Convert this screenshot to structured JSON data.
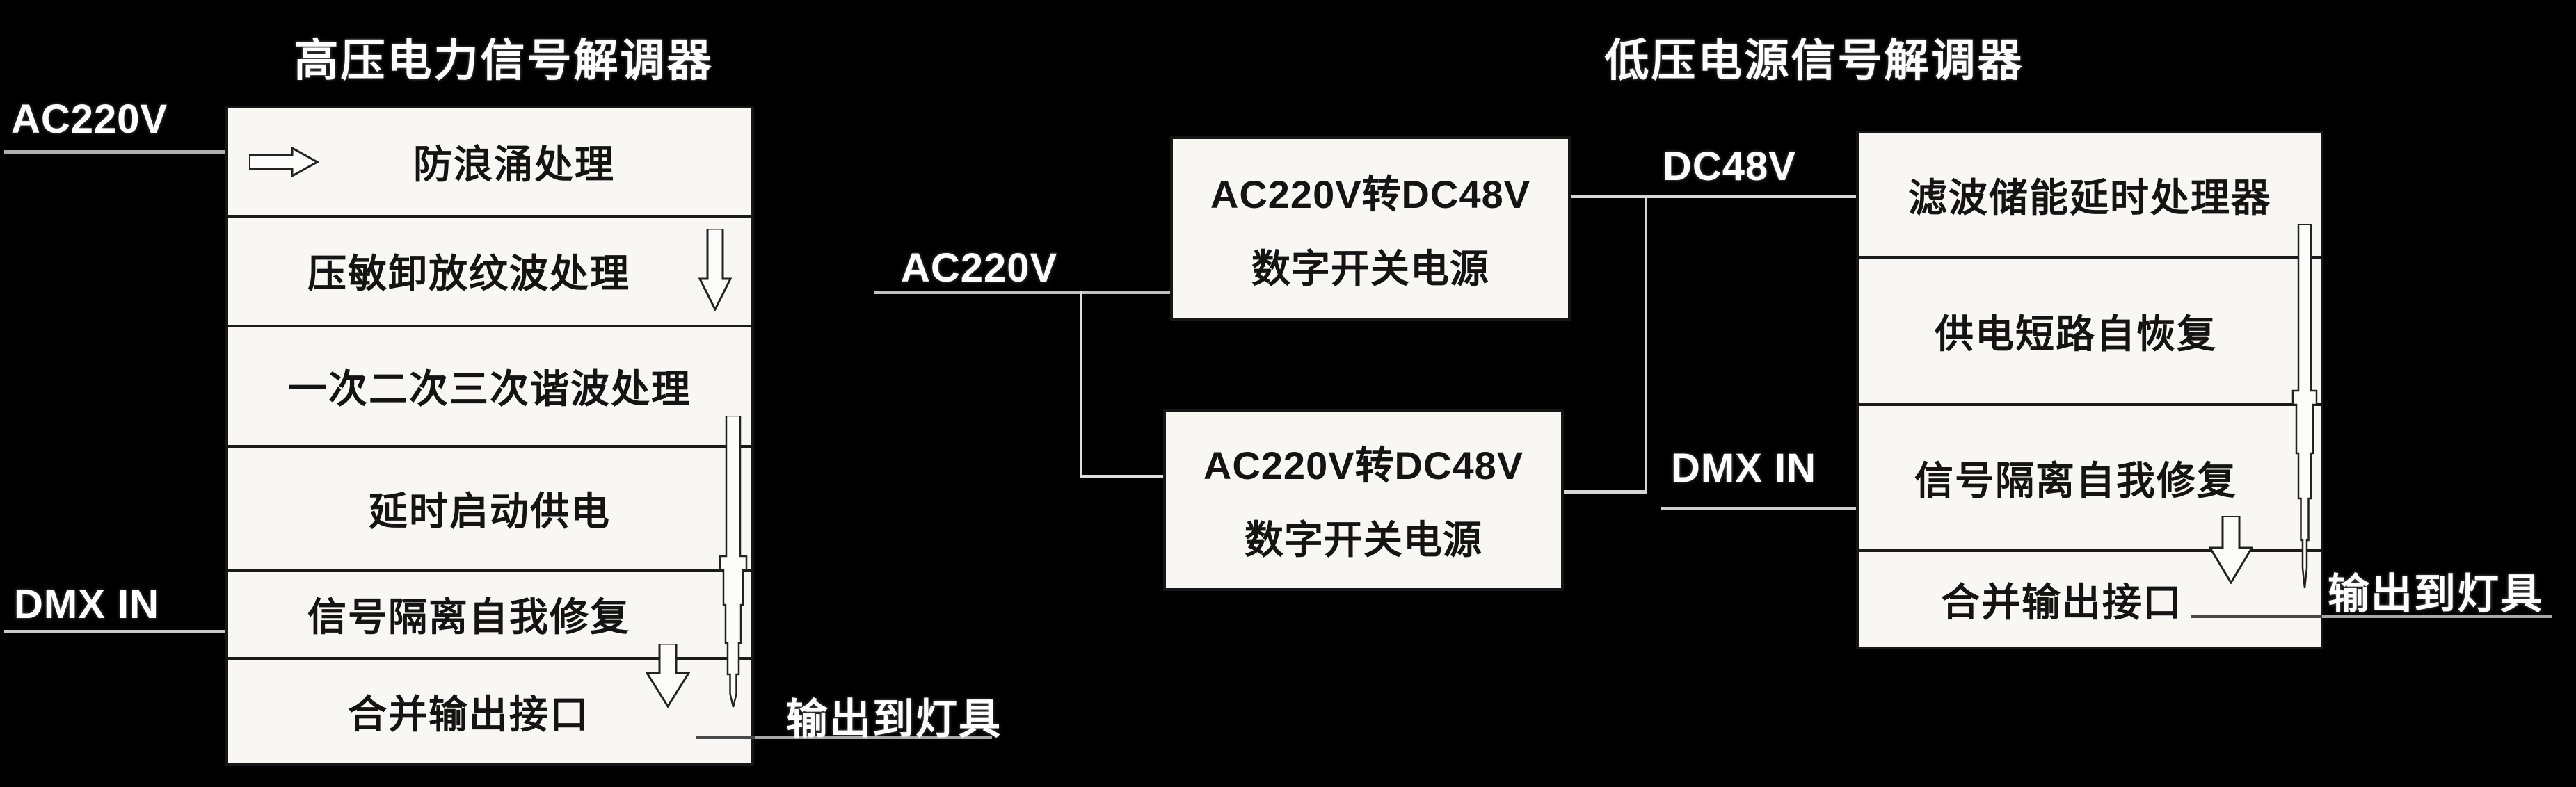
{
  "diagram": {
    "left": {
      "title": "高压电力信号解调器",
      "input_power_label": "AC220V",
      "input_signal_label": "DMX IN",
      "output_label": "输出到灯具",
      "rows": [
        {
          "label": "防浪涌处理"
        },
        {
          "label": "压敏卸放纹波处理"
        },
        {
          "label": "一次二次三次谐波处理"
        },
        {
          "label": "延时启动供电"
        },
        {
          "label": "信号隔离自我修复"
        },
        {
          "label": "合并输出接口"
        }
      ]
    },
    "middle": {
      "input_power_label": "AC220V",
      "psu_top": {
        "line1": "AC220V转DC48V",
        "line2": "数字开关电源"
      },
      "psu_bottom": {
        "line1": "AC220V转DC48V",
        "line2": "数字开关电源"
      }
    },
    "right": {
      "title": "低压电源信号解调器",
      "input_power_label": "DC48V",
      "input_signal_label": "DMX IN",
      "output_label": "输出到灯具",
      "rows": [
        {
          "label": "滤波储能延时处理器"
        },
        {
          "label": "供电短路自恢复"
        },
        {
          "label": "信号隔离自我修复"
        },
        {
          "label": "合并输出接口"
        }
      ]
    },
    "icons": {
      "right_arrow": "right-arrow-icon",
      "down_arrow": "down-arrow-icon",
      "needle_arrow": "long-needle-arrow-icon"
    },
    "colors": {
      "background": "#000000",
      "box_fill": "#f8f7f4",
      "box_border": "#161616",
      "connector_gray": "#b0b0b0",
      "connector_light": "#d5d5d5",
      "text_black": "#141414",
      "text_white": "#ffffff"
    }
  }
}
